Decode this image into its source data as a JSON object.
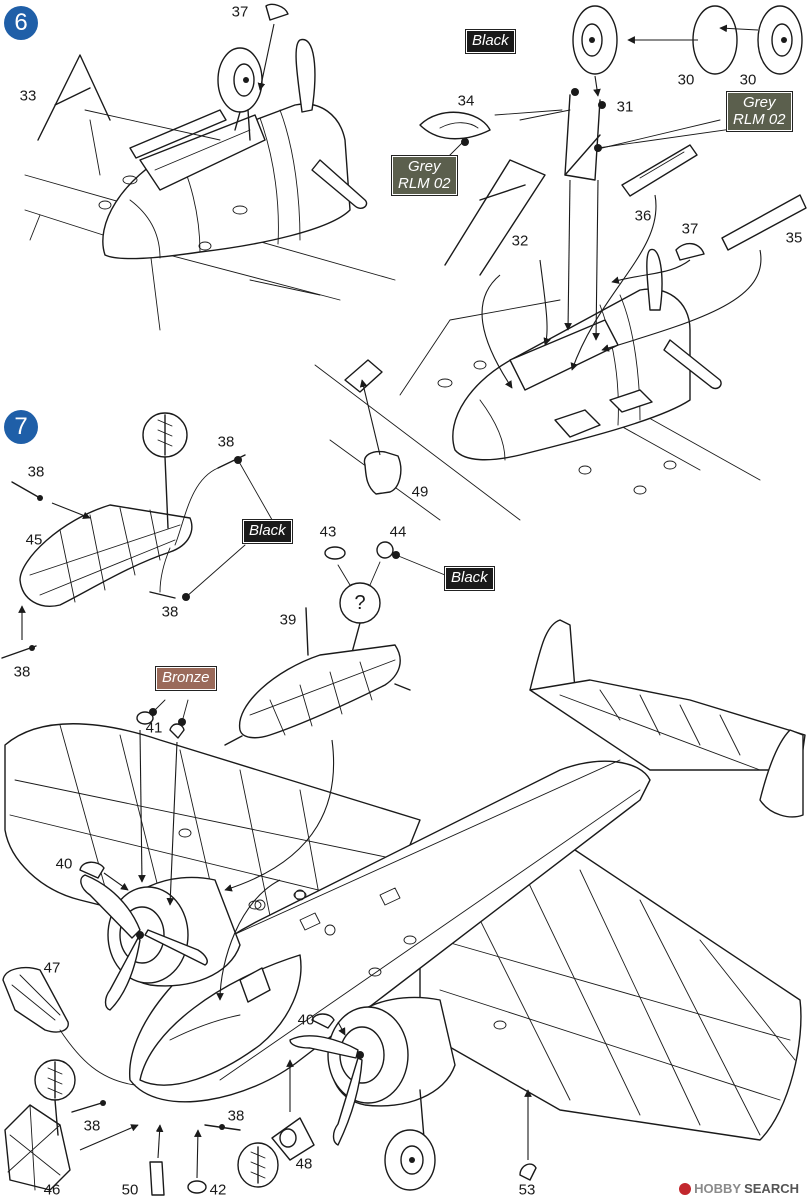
{
  "steps": [
    "6",
    "7"
  ],
  "colors": {
    "step_badge": "#1f5fa8",
    "black_tag": "#1a1a1a",
    "grey_tag": "#5b5f4d",
    "bronze_tag": "#9a6a5a"
  },
  "callouts": {
    "black": "Black",
    "grey_l1": "Grey",
    "grey_l2": "RLM 02",
    "bronze": "Bronze",
    "question": "?"
  },
  "part_numbers": {
    "p30a": "30",
    "p30b": "30",
    "p31": "31",
    "p32": "32",
    "p33": "33",
    "p34": "34",
    "p35": "35",
    "p36": "36",
    "p37a": "37",
    "p37b": "37",
    "p49": "49",
    "p38a": "38",
    "p38b": "38",
    "p38c": "38",
    "p38d": "38",
    "p38e": "38",
    "p38f": "38",
    "p39": "39",
    "p40a": "40",
    "p40b": "40",
    "p41": "41",
    "p42": "42",
    "p43": "43",
    "p44": "44",
    "p45": "45",
    "p46": "46",
    "p47": "47",
    "p48": "48",
    "p50": "50",
    "p53": "53"
  },
  "watermark": {
    "part1": "HOBBY",
    "part2": "SEARCH"
  }
}
